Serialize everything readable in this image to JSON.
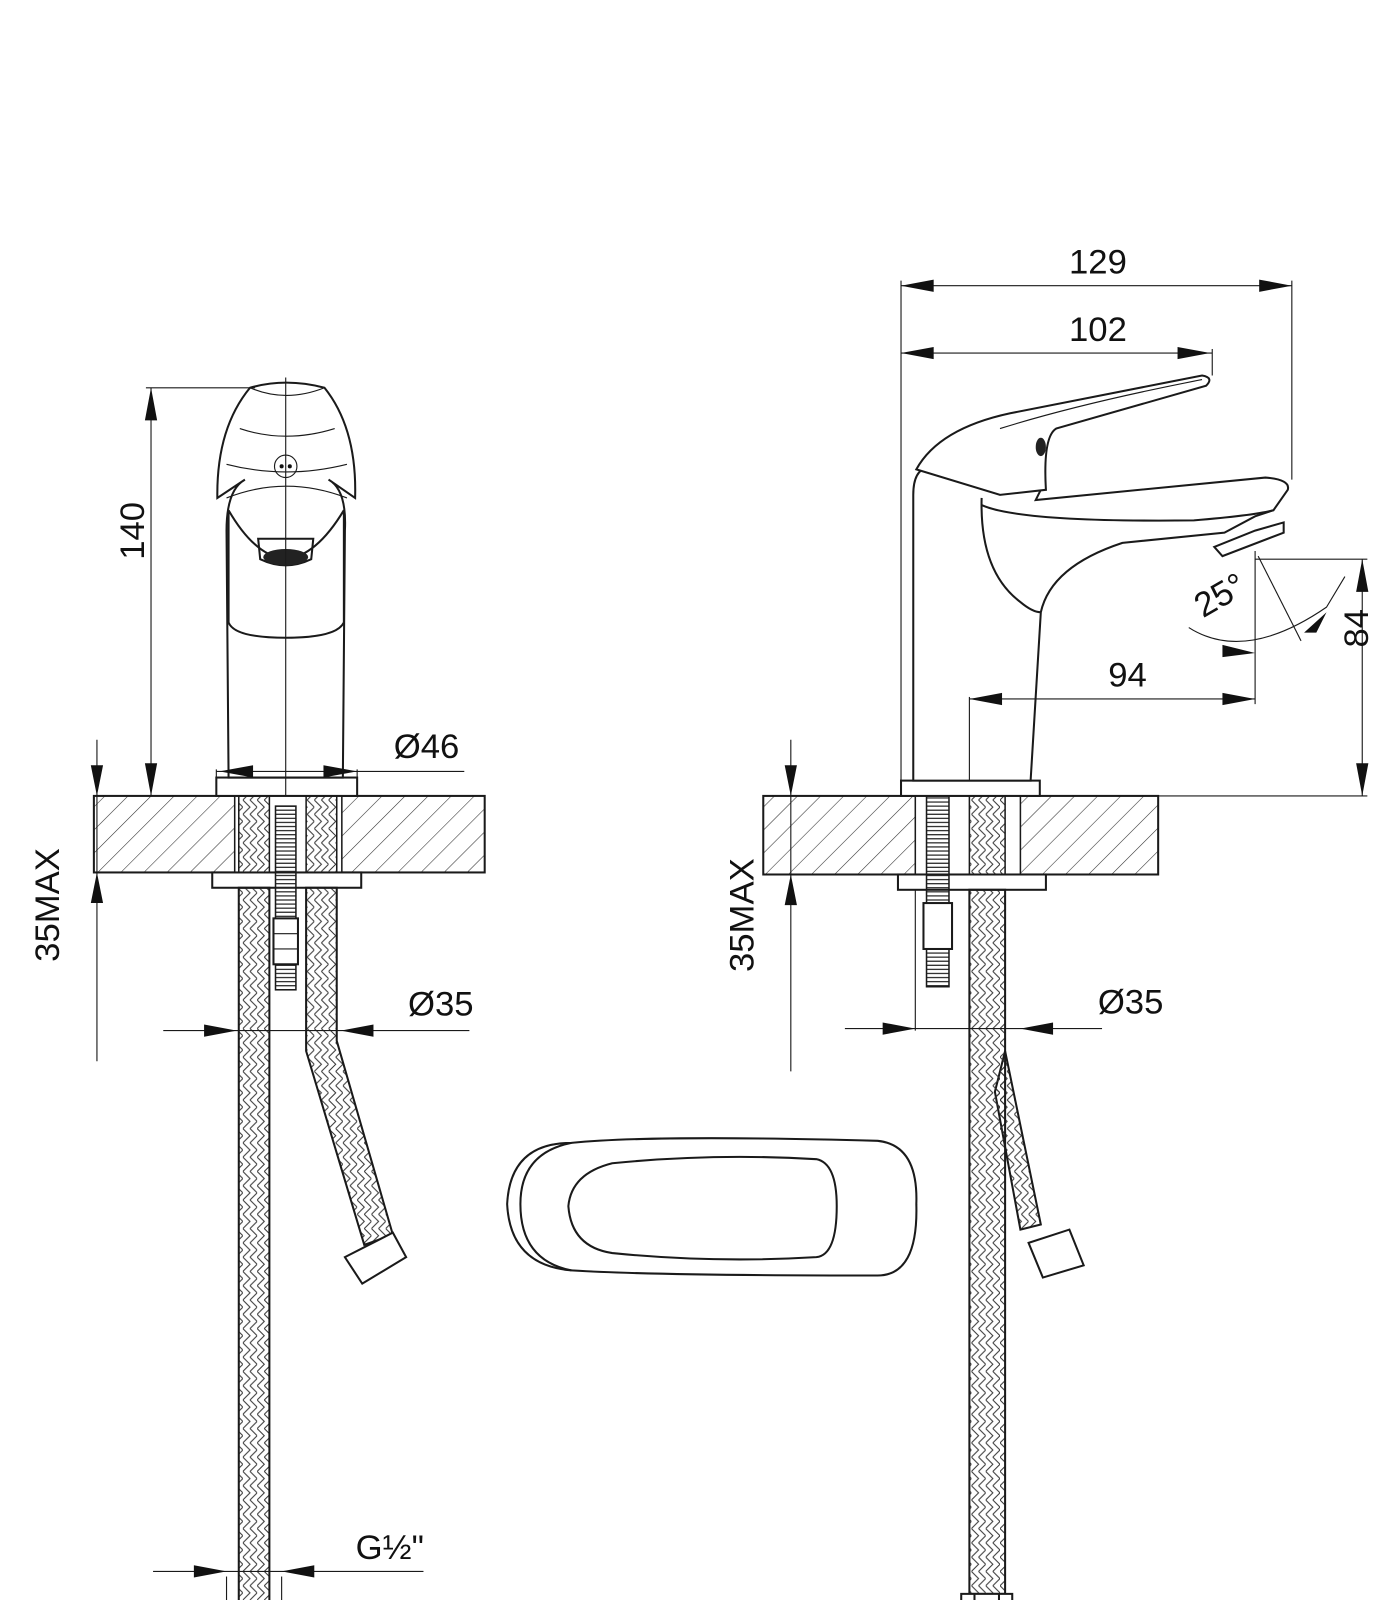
{
  "drawing": {
    "front_view": {
      "height_label": "140",
      "base_diameter_label": "Ø46",
      "max_counter_thickness_label": "35MAX",
      "hole_diameter_label": "Ø35",
      "connection_thread_label": "G½\""
    },
    "side_view": {
      "overall_length_label": "129",
      "lever_length_label": "102",
      "spout_reach_label": "94",
      "spout_height_label": "84",
      "spout_angle_label": "25°",
      "max_counter_thickness_label": "35MAX",
      "hole_diameter_label": "Ø35"
    },
    "colors": {
      "line": "#1a1a1a",
      "background": "#ffffff"
    }
  }
}
